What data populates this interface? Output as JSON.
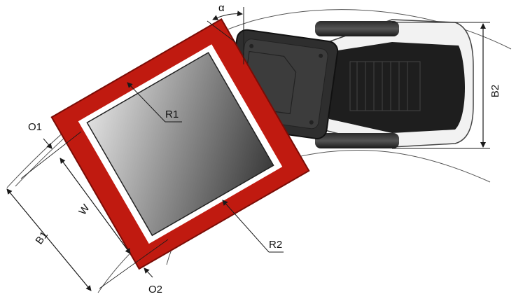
{
  "labels": {
    "alpha": "α",
    "b2": "B2",
    "o1": "O1",
    "r1": "R1",
    "w": "W",
    "b1": "B1",
    "r2": "R2",
    "o2": "O2"
  },
  "colors": {
    "drum_frame": "#c01a10",
    "drum_frame_dark": "#7a0c06",
    "drum_shade_light": "#d8d8d8",
    "drum_shade_dark": "#3a3a3a",
    "body_white": "#f2f2f2",
    "body_black": "#1e1e1e",
    "cab_dark": "#333333",
    "lines": "#1a1a1a",
    "curves": "#555555"
  }
}
